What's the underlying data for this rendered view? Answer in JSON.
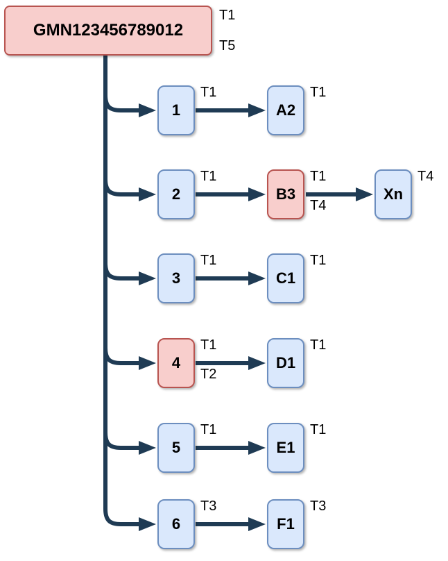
{
  "diagram": {
    "root": {
      "label": "GMN123456789012",
      "variant": "pink",
      "tags": [
        "T1",
        "T5"
      ]
    },
    "rows": [
      {
        "child": {
          "label": "1",
          "variant": "blue",
          "tags": [
            "T1"
          ]
        },
        "target": {
          "label": "A2",
          "variant": "blue",
          "tags": [
            "T1"
          ]
        }
      },
      {
        "child": {
          "label": "2",
          "variant": "blue",
          "tags": [
            "T1"
          ]
        },
        "target": {
          "label": "B3",
          "variant": "pink",
          "tags": [
            "T1",
            "T4"
          ]
        },
        "extra": {
          "label": "Xn",
          "variant": "blue",
          "tags": [
            "T4"
          ]
        }
      },
      {
        "child": {
          "label": "3",
          "variant": "blue",
          "tags": [
            "T1"
          ]
        },
        "target": {
          "label": "C1",
          "variant": "blue",
          "tags": [
            "T1"
          ]
        }
      },
      {
        "child": {
          "label": "4",
          "variant": "pink",
          "tags": [
            "T1",
            "T2"
          ]
        },
        "target": {
          "label": "D1",
          "variant": "blue",
          "tags": [
            "T1"
          ]
        }
      },
      {
        "child": {
          "label": "5",
          "variant": "blue",
          "tags": [
            "T1"
          ]
        },
        "target": {
          "label": "E1",
          "variant": "blue",
          "tags": [
            "T1"
          ]
        }
      },
      {
        "child": {
          "label": "6",
          "variant": "blue",
          "tags": [
            "T3"
          ]
        },
        "target": {
          "label": "F1",
          "variant": "blue",
          "tags": [
            "T3"
          ]
        }
      }
    ]
  },
  "colors": {
    "node_fill_blue": "#dae8fc",
    "node_border_blue": "#6c8ebf",
    "node_fill_pink": "#f8cecc",
    "node_border_pink": "#b85450",
    "connector": "#1f3b54",
    "text": "#000000"
  }
}
